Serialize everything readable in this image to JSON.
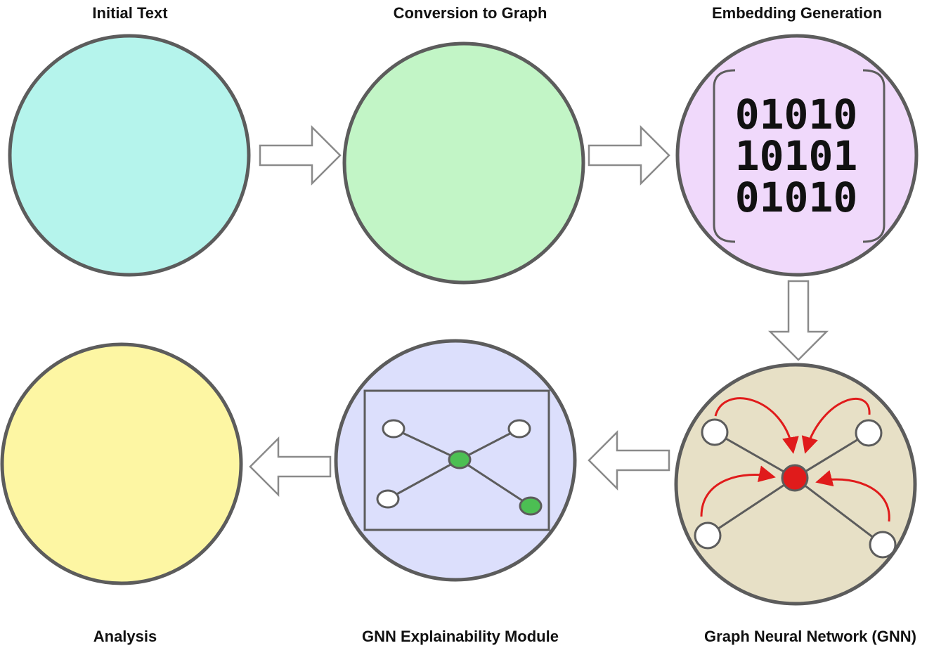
{
  "stages": {
    "initial_text": {
      "label": "Initial Text",
      "fill": "#b5f4ec"
    },
    "conversion": {
      "label": "Conversion to Graph",
      "fill": "#c2f5c6"
    },
    "embedding": {
      "label": "Embedding Generation",
      "fill": "#f0d9fb",
      "binary_rows": [
        "01010",
        "10101",
        "01010"
      ]
    },
    "gnn": {
      "label": "Graph Neural Network (GNN)",
      "fill": "#e7e0c6"
    },
    "explainability": {
      "label": "GNN Explainability Module",
      "fill": "#dcdffc"
    },
    "analysis": {
      "label": "Analysis",
      "fill": "#fdf6a3"
    }
  },
  "colors": {
    "outline": "#5c5c5c",
    "arrow_stroke": "#8a8a8a",
    "message_arrow": "#e01b1b",
    "target_node": "#e01b1b",
    "important_node": "#4cbf53"
  }
}
